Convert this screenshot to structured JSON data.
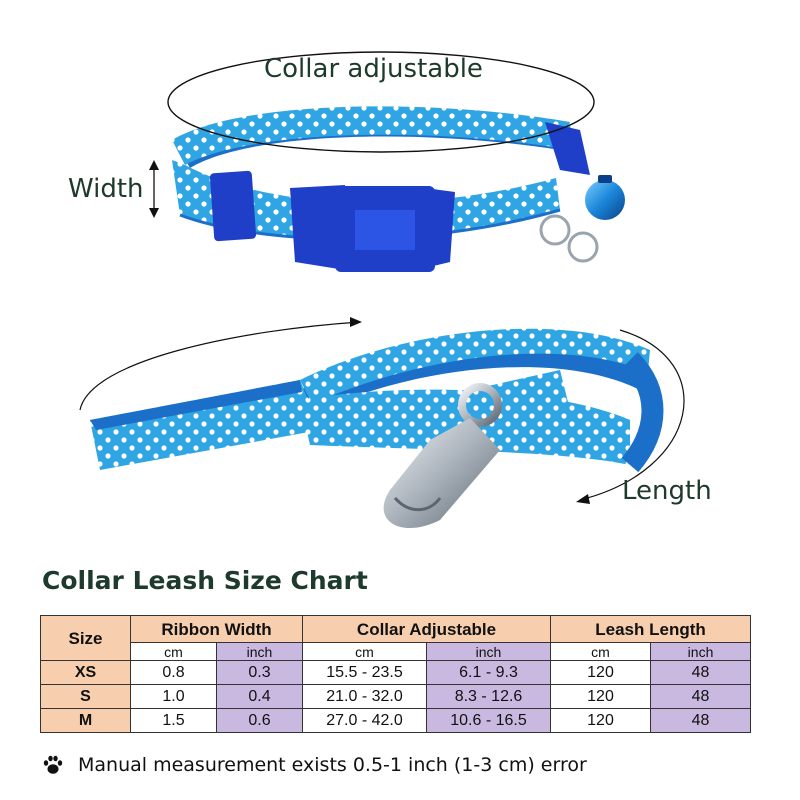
{
  "labels": {
    "collar_adjustable": "Collar adjustable",
    "width": "Width",
    "length": "Length"
  },
  "chart": {
    "title": "Collar Leash Size Chart",
    "headers": {
      "size": "Size",
      "ribbon_width": "Ribbon Width",
      "collar_adjustable": "Collar Adjustable",
      "leash_length": "Leash Length"
    },
    "units": {
      "cm": "cm",
      "inch": "inch"
    },
    "rows": [
      {
        "size": "XS",
        "rw_cm": "0.8",
        "rw_in": "0.3",
        "ca_cm": "15.5 - 23.5",
        "ca_in": "6.1 - 9.3",
        "ll_cm": "120",
        "ll_in": "48"
      },
      {
        "size": "S",
        "rw_cm": "1.0",
        "rw_in": "0.4",
        "ca_cm": "21.0 - 32.0",
        "ca_in": "8.3 - 12.6",
        "ll_cm": "120",
        "ll_in": "48"
      },
      {
        "size": "M",
        "rw_cm": "1.5",
        "rw_in": "0.6",
        "ca_cm": "27.0 - 42.0",
        "ca_in": "10.6 - 16.5",
        "ll_cm": "120",
        "ll_in": "48"
      }
    ]
  },
  "note": {
    "text": "Manual measurement exists 0.5-1 inch (1-3 cm) error",
    "icon": "paw-icon"
  },
  "colors": {
    "ribbon": "#2fa6e3",
    "ribbon_dark": "#1c6fc9",
    "buckle": "#1f3fc8",
    "header_bg": "#f7cfae",
    "alt_bg": "#c9b9e1",
    "label_text": "#1d3a2c"
  }
}
